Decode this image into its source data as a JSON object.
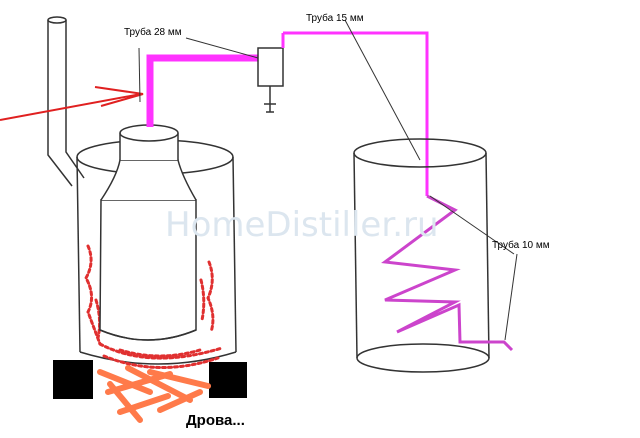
{
  "labels": {
    "pipe_28": "Труба 28 мм",
    "pipe_15": "Труба 15 мм",
    "pipe_10": "Труба 10 мм",
    "firewood": "Дрова..."
  },
  "watermark": {
    "text": "HomeDistiller.ru"
  },
  "colors": {
    "pipe": "#ff33ff",
    "coil": "#cc44cc",
    "arrow": "#e02020",
    "flame": "#e03030",
    "wood": "#ff7a4a",
    "stove": "#000000",
    "outline": "#333333"
  }
}
